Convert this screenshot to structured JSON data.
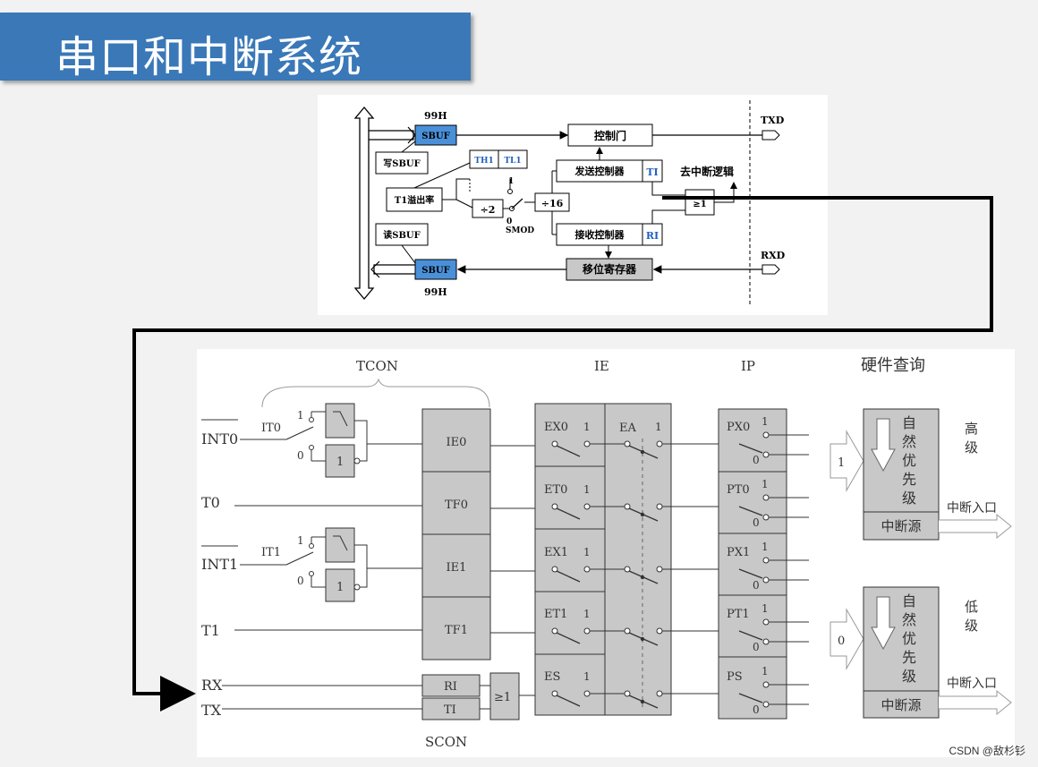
{
  "title": "串口和中断系统",
  "watermark": "CSDN @敌杉钐",
  "serial_block": {
    "sbuf_write": "SBUF",
    "sbuf_read": "SBUF",
    "addr_top": "99H",
    "addr_bottom": "99H",
    "write_sbuf": "写SBUF",
    "read_sbuf": "读SBUF",
    "th1": "TH1",
    "tl1": "TL1",
    "t1_overflow": "T1溢出率",
    "div2": "÷2",
    "div16": "÷16",
    "smod": "SMOD",
    "switch_1": "1",
    "switch_0": "0",
    "control_gate": "控制门",
    "send_controller": "发送控制器",
    "recv_controller": "接收控制器",
    "ti": "TI",
    "ri": "RI",
    "to_interrupt": "去中断逻辑",
    "or_gate": "≥1",
    "shift_reg": "移位寄存器",
    "txd": "TXD",
    "rxd": "RXD"
  },
  "interrupt_block": {
    "headers": {
      "tcon": "TCON",
      "ie": "IE",
      "ip": "IP",
      "hw_query": "硬件查询",
      "scon": "SCON"
    },
    "sources": [
      "INT0",
      "T0",
      "INT1",
      "T1",
      "RX",
      "TX"
    ],
    "it0": "IT0",
    "it1": "IT1",
    "one": "1",
    "zero": "0",
    "flags": [
      "IE0",
      "TF0",
      "IE1",
      "TF1"
    ],
    "scon_flags": [
      "RI",
      "TI"
    ],
    "or_gate": "≥1",
    "enable_bits": [
      "EX0",
      "ET0",
      "EX1",
      "ET1",
      "ES"
    ],
    "ea": "EA",
    "priority_bits": [
      "PX0",
      "PT0",
      "PX1",
      "PT1",
      "PS"
    ],
    "high": {
      "input": "1",
      "chars": [
        "自",
        "然",
        "优",
        "先",
        "级"
      ],
      "source": "中断源",
      "label": [
        "高",
        "级"
      ],
      "entry": "中断入口"
    },
    "low": {
      "input": "0",
      "chars": [
        "自",
        "然",
        "优",
        "先",
        "级"
      ],
      "source": "中断源",
      "label": [
        "低",
        "级"
      ],
      "entry": "中断入口"
    }
  },
  "colors": {
    "title_bg": "#3a78b8",
    "sbuf_fill": "#4a90d9",
    "box_gray": "#c8c8c8"
  }
}
